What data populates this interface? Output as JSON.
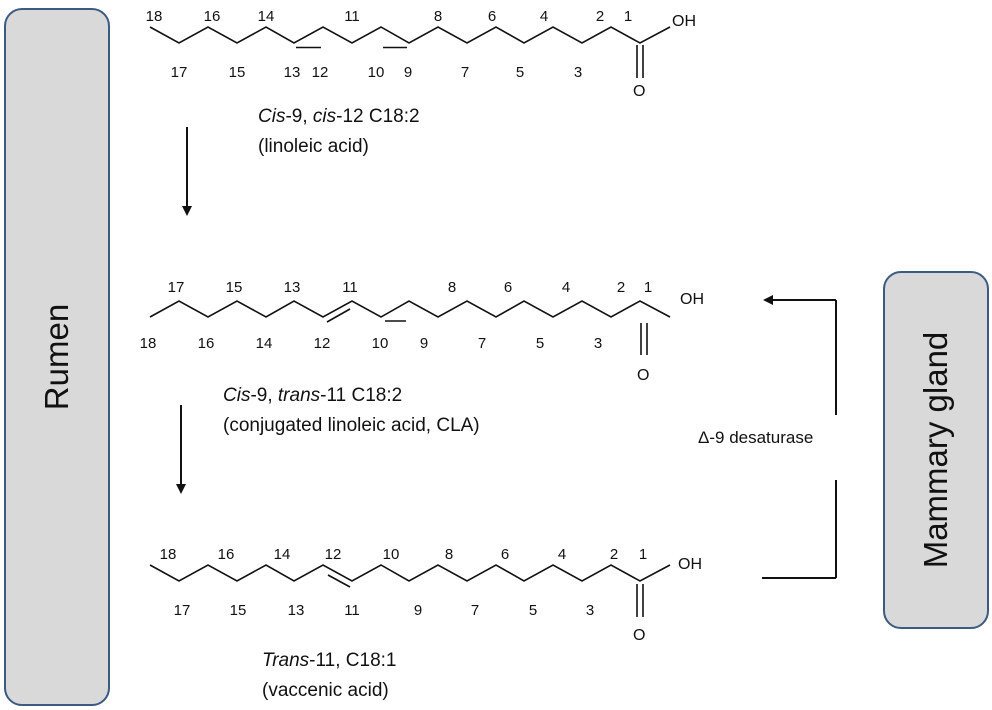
{
  "compartments": {
    "rumen": "Rumen",
    "mammary": "Mammary gland"
  },
  "molecules": [
    {
      "id": "linoleic",
      "caption_part1_italic": "Cis",
      "caption_part1_rest": "-9, ",
      "caption_part2_italic": "cis",
      "caption_part2_rest": "-12 C18:2",
      "common_name": "(linoleic acid)",
      "top_numbers": [
        "18",
        "16",
        "14",
        "11",
        "8",
        "6",
        "4",
        "2",
        "1"
      ],
      "bottom_numbers": [
        "17",
        "15",
        "13",
        "12",
        "10",
        "9",
        "7",
        "5",
        "3"
      ],
      "hydroxyl": "OH",
      "carbonyl": "O"
    },
    {
      "id": "cla",
      "caption_part1_italic": "Cis",
      "caption_part1_rest": "-9, ",
      "caption_part2_italic": "trans",
      "caption_part2_rest": "-11 C18:2",
      "common_name": "(conjugated linoleic acid, CLA)",
      "top_numbers": [
        "17",
        "15",
        "13",
        "11",
        "8",
        "6",
        "4",
        "2",
        "1"
      ],
      "bottom_numbers": [
        "18",
        "16",
        "14",
        "12",
        "10",
        "9",
        "7",
        "5",
        "3"
      ],
      "hydroxyl": "OH",
      "carbonyl": "O"
    },
    {
      "id": "vaccenic",
      "caption_part1_italic": "Trans",
      "caption_part1_rest": "-11, C18:1",
      "caption_part2_italic": "",
      "caption_part2_rest": "",
      "common_name": "(vaccenic acid)",
      "top_numbers": [
        "18",
        "16",
        "14",
        "12",
        "10",
        "8",
        "6",
        "4",
        "2",
        "1"
      ],
      "bottom_numbers": [
        "17",
        "15",
        "13",
        "11",
        "9",
        "7",
        "5",
        "3"
      ],
      "hydroxyl": "OH",
      "carbonyl": "O"
    }
  ],
  "enzyme": "Δ-9 desaturase"
}
